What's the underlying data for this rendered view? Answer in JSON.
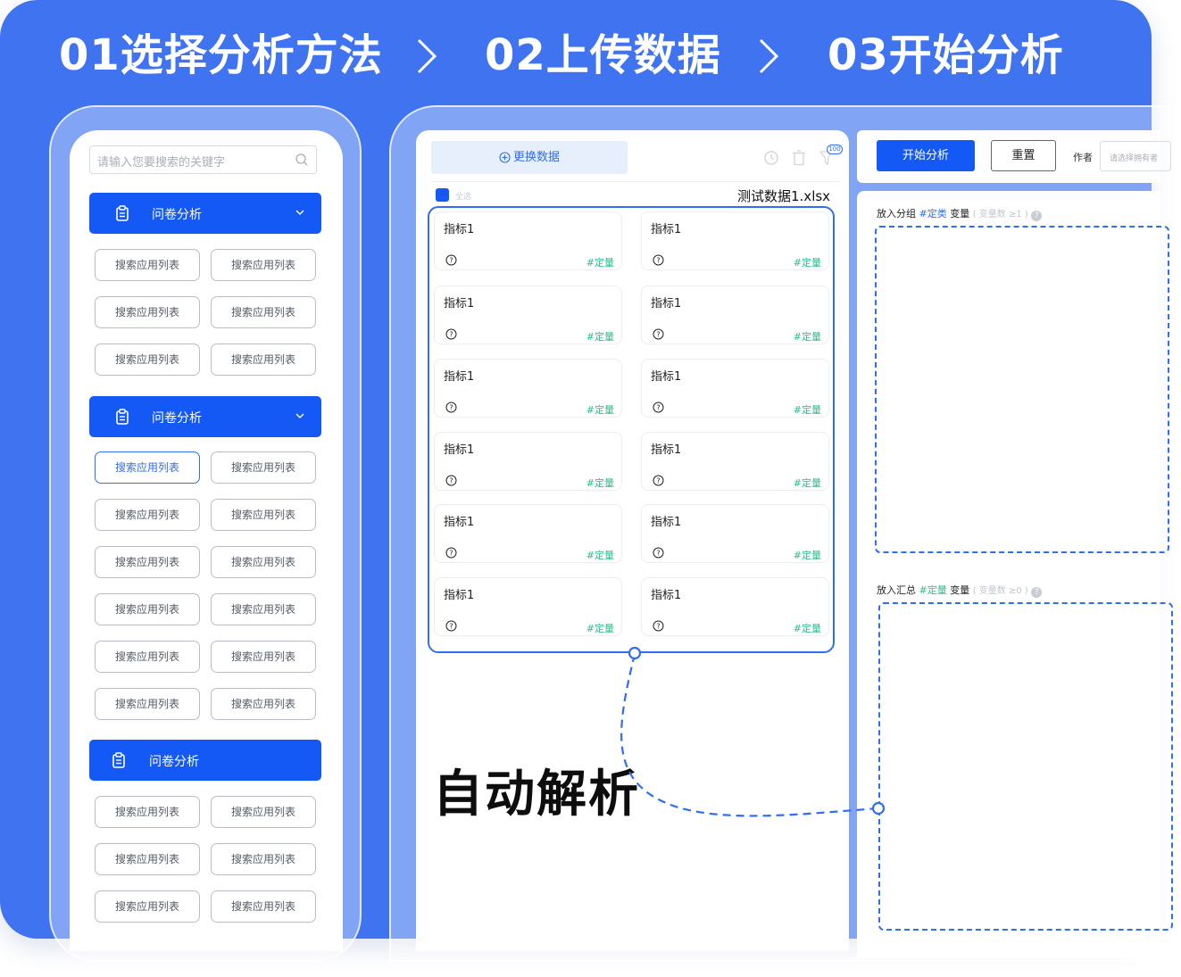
{
  "steps": [
    {
      "label": "01选择分析方法"
    },
    {
      "label": "02上传数据"
    },
    {
      "label": "03开始分析"
    }
  ],
  "sidebar": {
    "search_placeholder": "请输入您要搜索的关键字",
    "categories": [
      {
        "label": "问卷分析",
        "expanded": true
      },
      {
        "label": "问卷分析",
        "expanded": true
      },
      {
        "label": "问卷分析",
        "expanded": false
      }
    ],
    "item_label": "搜索应用列表"
  },
  "data_panel": {
    "change_data_label": "更换数据",
    "badge": "100",
    "select_all_label": "全选",
    "file_name": "测试数据1.xlsx",
    "indicator_title": "指标1",
    "indicator_tag": "#定量"
  },
  "auto_parse_label": "自动解析",
  "analysis": {
    "start_label": "开始分析",
    "reset_label": "重置",
    "author_label": "作者",
    "author_placeholder": "请选择拥有者",
    "group_zone": {
      "prefix": "放入分组",
      "tag": "#定类",
      "suffix": "变量",
      "hint": "( 变量数 ≥1 )",
      "help": "?"
    },
    "summary_zone": {
      "prefix": "放入汇总",
      "tag": "#定量",
      "suffix": "变量",
      "hint": "( 变量数 ≥0 )",
      "help": "?"
    }
  },
  "colors": {
    "brand": "#1459f5",
    "background": "#3f73f0",
    "quantitative": "#2bbd8a"
  }
}
